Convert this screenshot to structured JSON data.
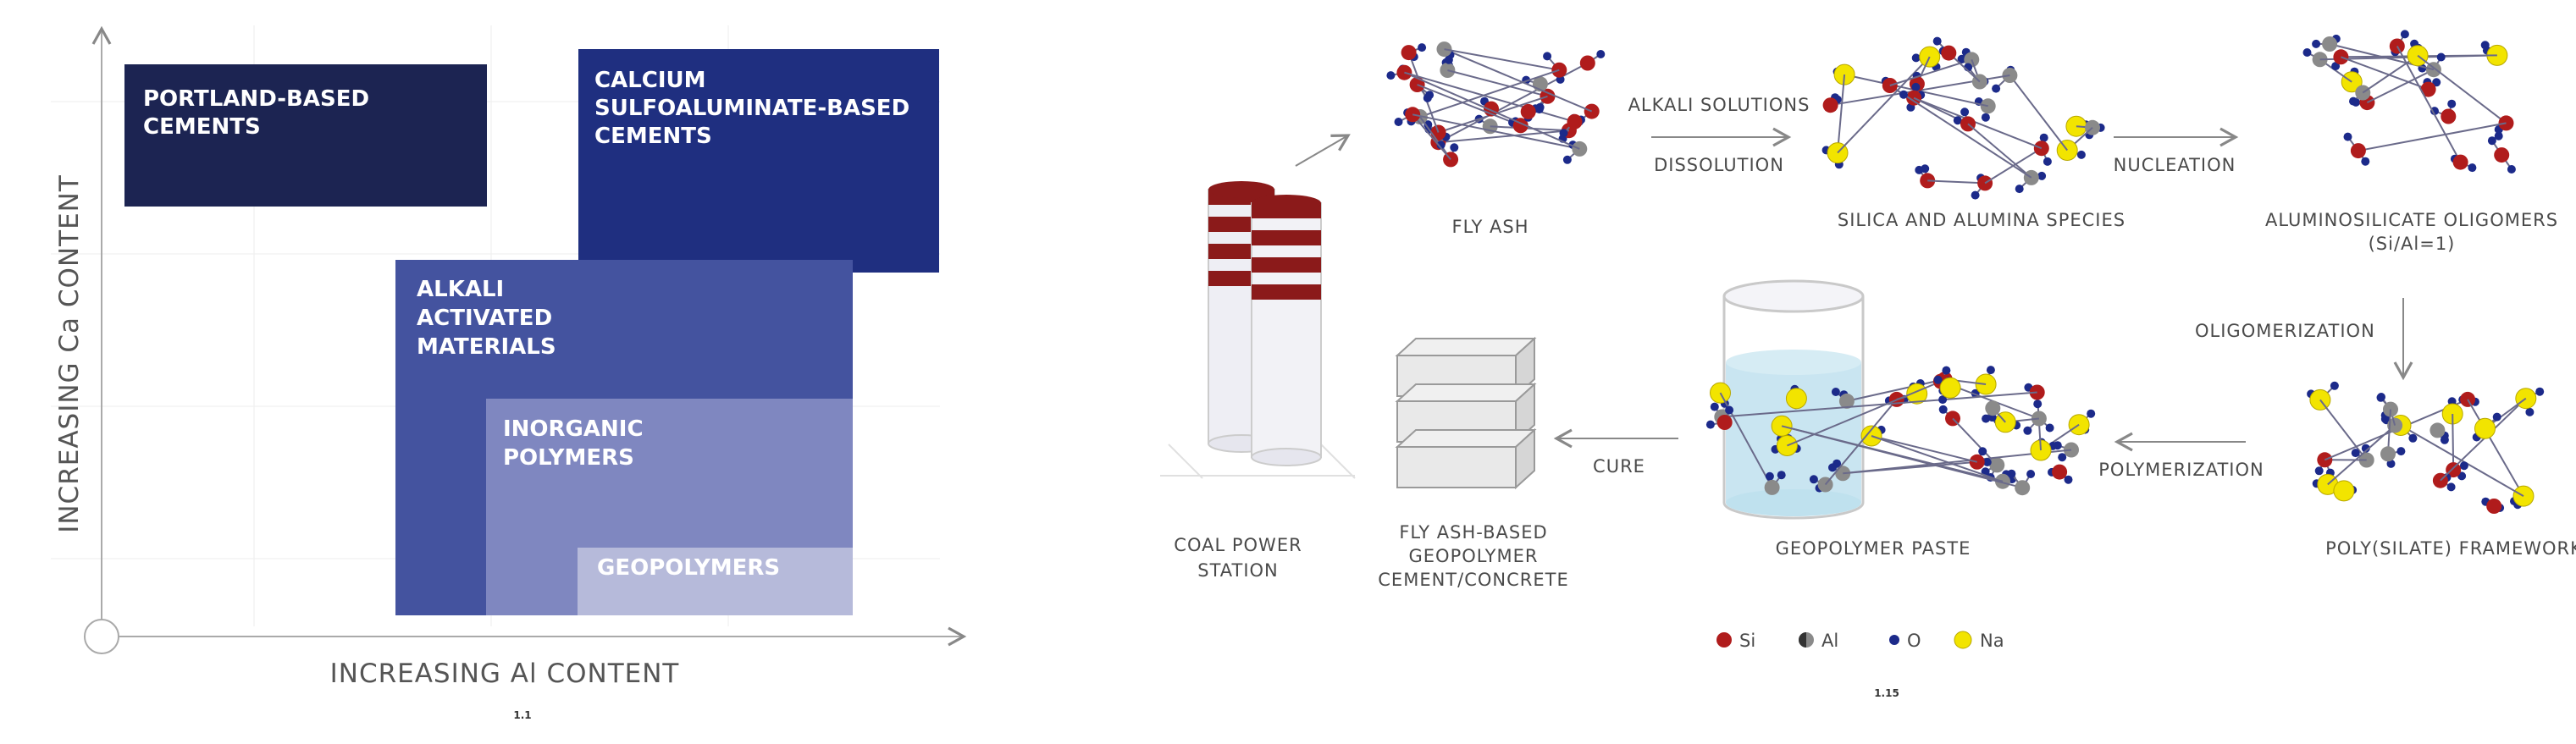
{
  "left_figure": {
    "y_axis_label": "INCREASING Ca CONTENT",
    "x_axis_label": "INCREASING Al CONTENT",
    "boxes": [
      {
        "lines": [
          "PORTLAND-BASED",
          "CEMENTS"
        ],
        "color": "#1c2452"
      },
      {
        "lines": [
          "CALCIUM",
          "SULFOALUMINATE-BASED",
          "CEMENTS"
        ],
        "color": "#1f2f80"
      },
      {
        "lines": [
          "ALKALI",
          "ACTIVATED",
          "MATERIALS"
        ],
        "color": "#44539f"
      },
      {
        "lines": [
          "INORGANIC",
          "POLYMERS"
        ],
        "color": "#7f87c0"
      },
      {
        "lines": [
          "GEOPOLYMERS"
        ],
        "color": "#b6bada"
      }
    ],
    "figure_number": "1.1"
  },
  "right_figure": {
    "steps": {
      "fly_ash": "FLY ASH",
      "silica_alumina": "SILICA AND ALUMINA SPECIES",
      "oligomers_line1": "ALUMINOSILICATE OLIGOMERS",
      "oligomers_line2": "(Si/Al=1)",
      "framework": "POLY(SILATE) FRAMEWORK",
      "paste": "GEOPOLYMER PASTE",
      "cement_line1": "FLY ASH-BASED",
      "cement_line2": "GEOPOLYMER",
      "cement_line3": "CEMENT/CONCRETE",
      "station_line1": "COAL POWER",
      "station_line2": "STATION"
    },
    "arrows": {
      "alkali": "ALKALI SOLUTIONS",
      "dissolution": "DISSOLUTION",
      "nucleation": "NUCLEATION",
      "oligomerization": "OLIGOMERIZATION",
      "polymerization": "POLYMERIZATION",
      "cure": "CURE"
    },
    "legend": [
      {
        "label": "Si",
        "color": "#b01c1c"
      },
      {
        "label": "Al",
        "color": "#8a8a8a"
      },
      {
        "label": "O",
        "color": "#1c2a8a"
      },
      {
        "label": "Na",
        "color": "#f2e400"
      }
    ],
    "figure_number": "1.15"
  }
}
